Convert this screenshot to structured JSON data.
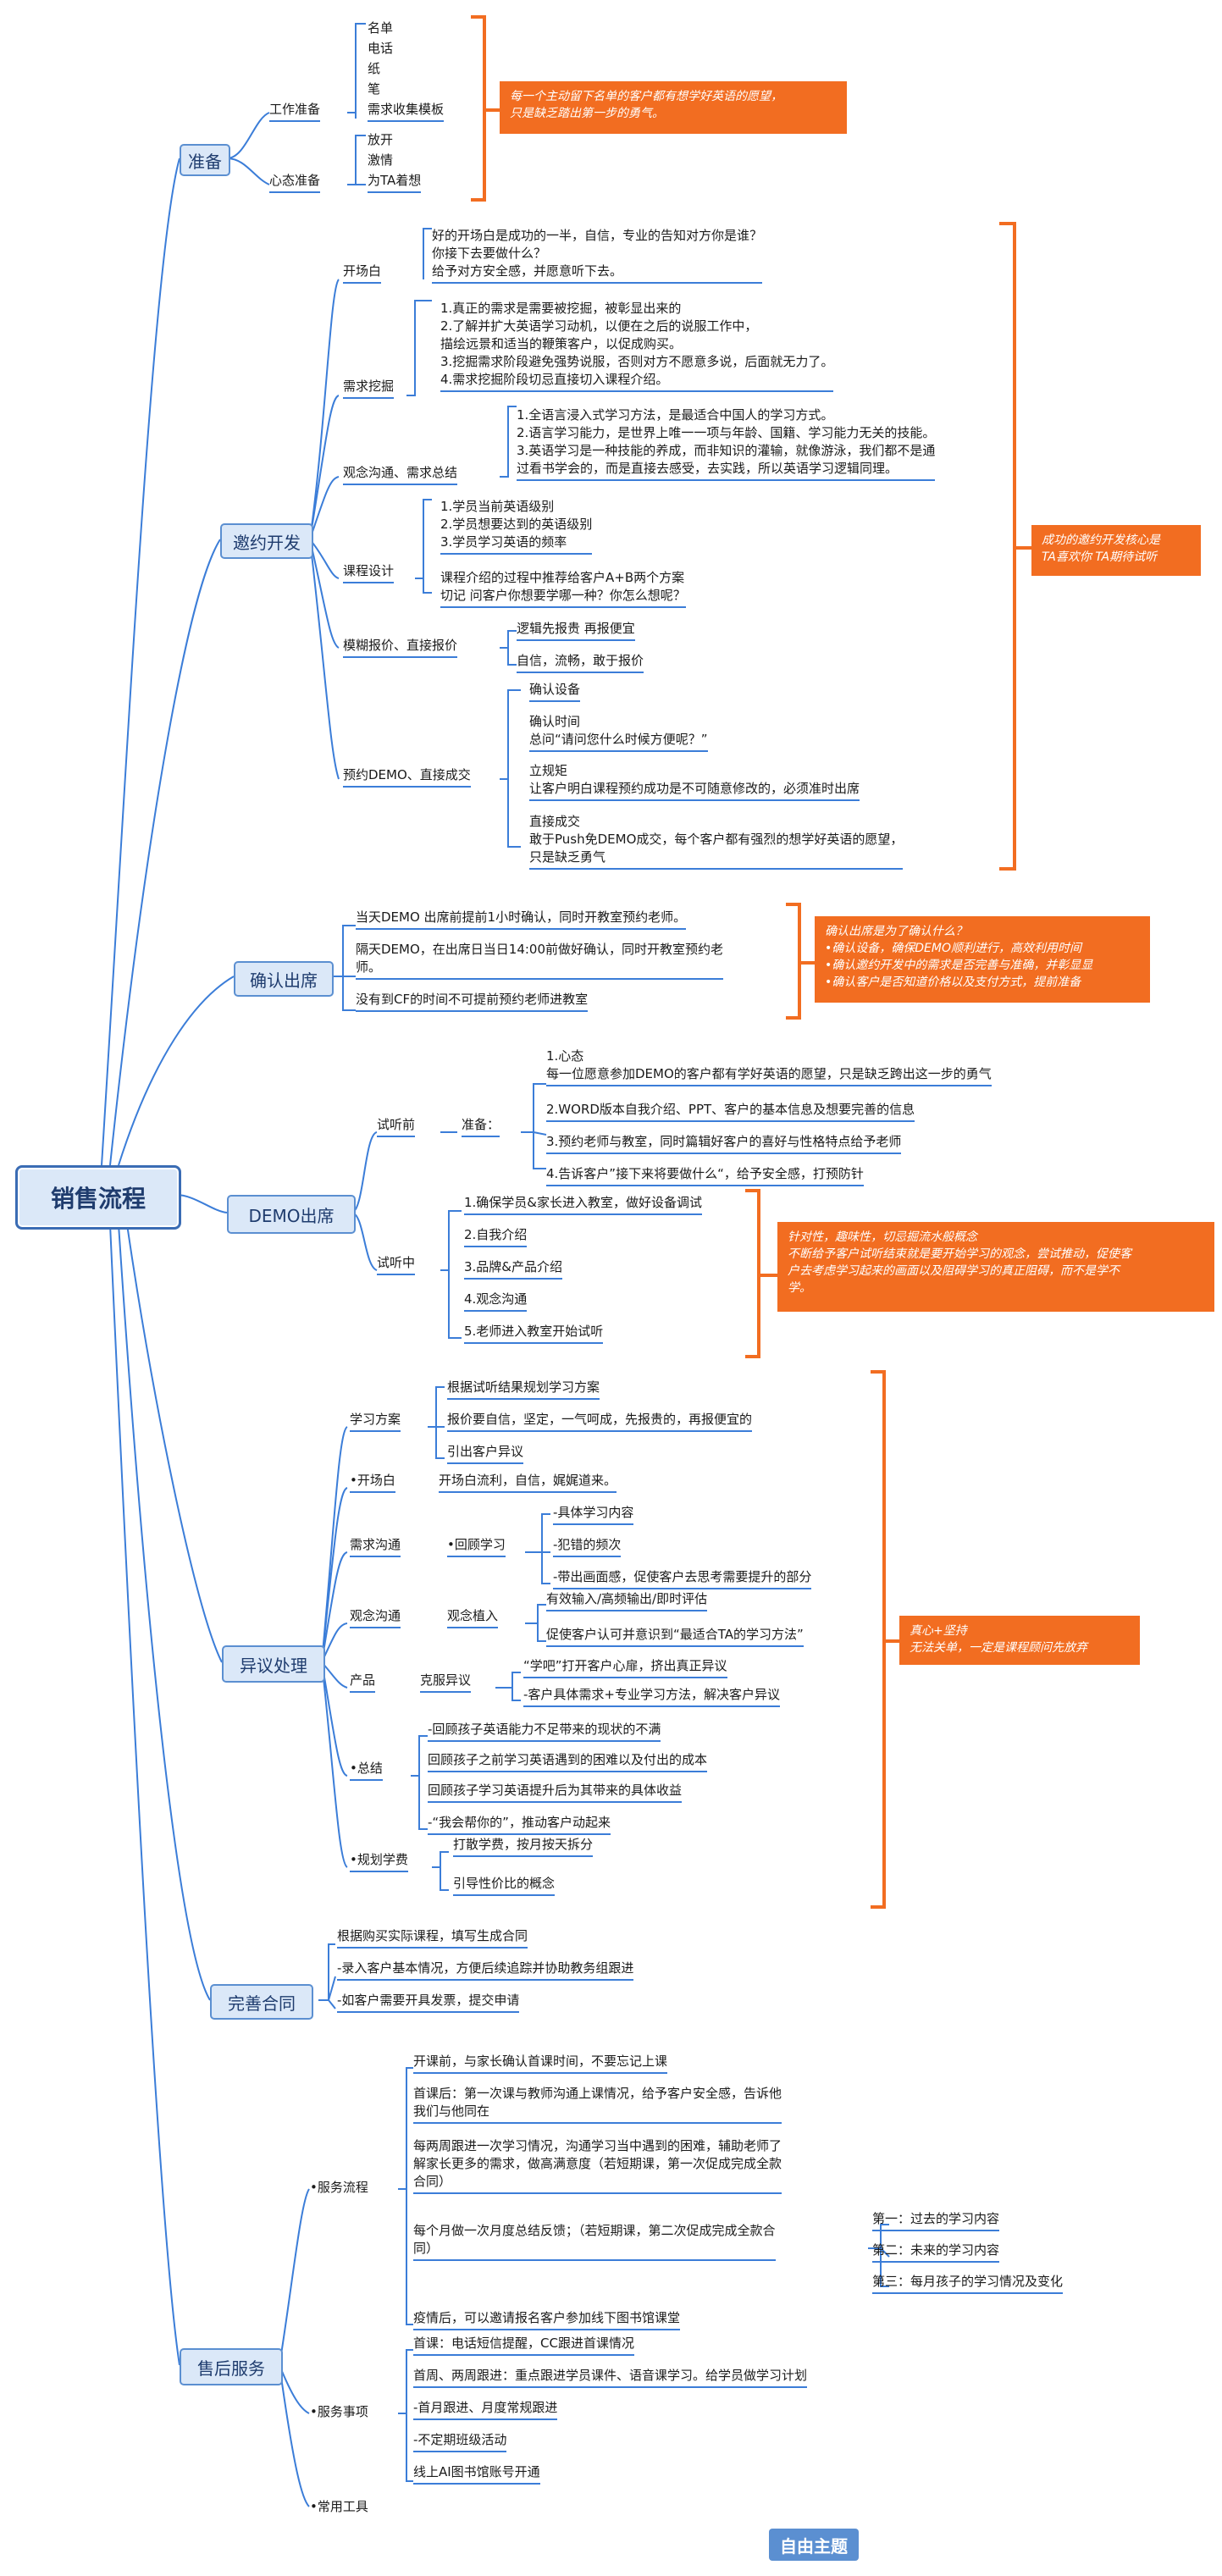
{
  "root": "销售流程",
  "branches": {
    "prep": {
      "label": "准备",
      "work": {
        "label": "工作准备",
        "items": [
          "名单",
          "电话",
          "纸",
          "笔",
          "需求收集模板"
        ]
      },
      "mind": {
        "label": "心态准备",
        "items": [
          "放开",
          "激情",
          "为TA着想"
        ]
      },
      "note": "每一个主动留下名单的客户都有想学好英语的愿望，\n只是缺乏踏出第一步的勇气。"
    },
    "invite": {
      "label": "邀约开发",
      "opening": {
        "label": "开场白",
        "text": "好的开场白是成功的一半，自信，专业的告知对方你是谁？\n你接下去要做什么？\n给予对方安全感，并愿意听下去。"
      },
      "needs": {
        "label": "需求挖掘",
        "text": "1.真正的需求是需要被挖掘，被彰显出来的\n2.了解并扩大英语学习动机，以便在之后的说服工作中，\n描绘远景和适当的鞭策客户，以促成购买。\n3.挖掘需求阶段避免强势说服，否则对方不愿意多说，后面就无力了。\n4.需求挖掘阶段切忌直接切入课程介绍。"
      },
      "concept": {
        "label": "观念沟通、需求总结",
        "text": "1.全语言浸入式学习方法，是最适合中国人的学习方式。\n2.语言学习能力，是世界上唯一一项与年龄、国籍、学习能力无关的技能。\n3.英语学习是一种技能的养成，而非知识的灌输，就像游泳，我们都不是通\n过看书学会的，而是直接去感受，去实践，所以英语学习逻辑同理。"
      },
      "course": {
        "label": "课程设计",
        "text1": "1.学员当前英语级别\n2.学员想要达到的英语级别\n3.学员学习英语的频率",
        "text2": "课程介绍的过程中推荐给客户A+B两个方案\n切记 问客户你想要学哪一种？你怎么想呢？"
      },
      "price": {
        "label": "模糊报价、直接报价",
        "text1": "逻辑先报贵 再报便宜",
        "text2": "自信，流畅，敢于报价"
      },
      "demo": {
        "label": "预约DEMO、直接成交",
        "text1": "确认设备",
        "text2": "确认时间\n总问“请问您什么时候方便呢？”",
        "text3": "立规矩\n让客户明白课程预约成功是不可随意修改的，必须准时出席",
        "text4": "直接成交\n敢于Push免DEMO成交，每个客户都有强烈的想学好英语的愿望，\n只是缺乏勇气"
      },
      "note": "成功的邀约开发核心是\nTA喜欢你    TA期待试听"
    },
    "confirm": {
      "label": "确认出席",
      "item1": "当天DEMO 出席前提前1小时确认，同时开教室预约老师。",
      "item2": "隔天DEMO，在出席日当日14:00前做好确认，同时开教室预约老\n师。",
      "item3": "没有到CF的时间不可提前预约老师进教室",
      "note": "确认出席是为了确认什么？\n•确认设备，确保DEMO顺利进行，高效利用时间\n•确认邀约开发中的需求是否完善与准确，并彰显显\n•确认客户是否知道价格以及支付方式，提前准备"
    },
    "demo": {
      "label": "DEMO出席",
      "before": {
        "label": "试听前",
        "sub": "准备：",
        "items": [
          "1.心态\n每一位愿意参加DEMO的客户都有学好英语的愿望，只是缺乏跨出这一步的勇气",
          "2.WORD版本自我介绍、PPT、客户的基本信息及想要完善的信息",
          "3.预约老师与教室，同时篇辑好客户的喜好与性格特点给予老师",
          "4.告诉客户”接下来将要做什么“，给予安全感，打预防针"
        ]
      },
      "during": {
        "label": "试听中",
        "items": [
          "1.确保学员&家长进入教室，做好设备调试",
          "2.自我介绍",
          "3.品牌&产品介绍",
          "4.观念沟通",
          "5.老师进入教室开始试听"
        ]
      },
      "note": "针对性，趣味性，切忌掘流水般概念\n不断给予客户试听结束就是要开始学习的观念，尝试推动，促使客\n户去考虑学习起来的画面以及阻碍学习的真正阻碍，而不是学不\n学。"
    },
    "objection": {
      "label": "异议处理",
      "plan": {
        "label": "学习方案",
        "items": [
          "根据试听结果规划学习方案",
          "报价要自信，坚定，一气呵成，先报贵的，再报便宜的",
          "引出客户异议"
        ]
      },
      "opening": {
        "label": "•开场白",
        "text": "开场白流利，自信，娓娓道来。"
      },
      "needs": {
        "label": "需求沟通",
        "sub": "•回顾学习",
        "items": [
          "-具体学习内容",
          "-犯错的频次",
          "-带出画面感，促使客户去思考需要提升的部分"
        ]
      },
      "concept": {
        "label": "观念沟通",
        "sub": "观念植入",
        "items": [
          "有效输入/高频输出/即时评估",
          "促使客户认可并意识到“最适合TA的学习方法”"
        ]
      },
      "product": {
        "label": "产品",
        "sub": "克服异议",
        "items": [
          "“学吧”打开客户心扉，挤出真正异议",
          "-客户具体需求+专业学习方法，解决客户异议"
        ]
      },
      "summary": {
        "label": "•总结",
        "items": [
          "-回顾孩子英语能力不足带来的现状的不满",
          "回顾孩子之前学习英语遇到的困难以及付出的成本",
          "回顾孩子学习英语提升后为其带来的具体收益",
          "-“我会帮你的”，推动客户动起来"
        ]
      },
      "fee": {
        "label": "•规划学费",
        "items": [
          "打散学费，按月按天拆分",
          "引导性价比的概念"
        ]
      },
      "note": "真心+坚持\n无法关单，一定是课程顾问先放弃"
    },
    "contract": {
      "label": "完善合同",
      "items": [
        "根据购买实际课程，填写生成合同",
        "-录入客户基本情况，方便后续追踪并协助教务组跟进",
        "-如客户需要开具发票，提交申请"
      ]
    },
    "after": {
      "label": "售后服务",
      "flow": {
        "label": "•服务流程",
        "items": [
          "开课前，与家长确认首课时间，不要忘记上课",
          "首课后：第一次课与教师沟通上课情况，给予客户安全感，告诉他\n我们与他同在",
          "每两周跟进一次学习情况，沟通学习当中遇到的困难，辅助老师了\n解家长更多的需求，做高满意度（若短期课，第一次促成完成全款\n合同）",
          "每个月做一次月度总结反馈；（若短期课，第二次促成完成全款合\n同）",
          "疫情后，可以邀请报名客户参加线下图书馆课堂"
        ],
        "monthly": [
          "第一：过去的学习内容",
          "第二：未来的学习内容",
          "第三：每月孩子的学习情况及变化"
        ]
      },
      "matters": {
        "label": "•服务事项",
        "items": [
          "首课：电话短信提醒，CC跟进首课情况",
          "首周、两周跟进：重点跟进学员课件、语音课学习。给学员做学习计划",
          "-首月跟进、月度常规跟进",
          "-不定期班级活动",
          "线上AI图书馆账号开通"
        ]
      },
      "tools": {
        "label": "•常用工具"
      }
    }
  },
  "free_topic": "自由主题",
  "colors": {
    "line": "#3b7dd8",
    "accent": "#f26d21",
    "node": "#dbe8f8",
    "root_border": "#3a6cb4"
  }
}
